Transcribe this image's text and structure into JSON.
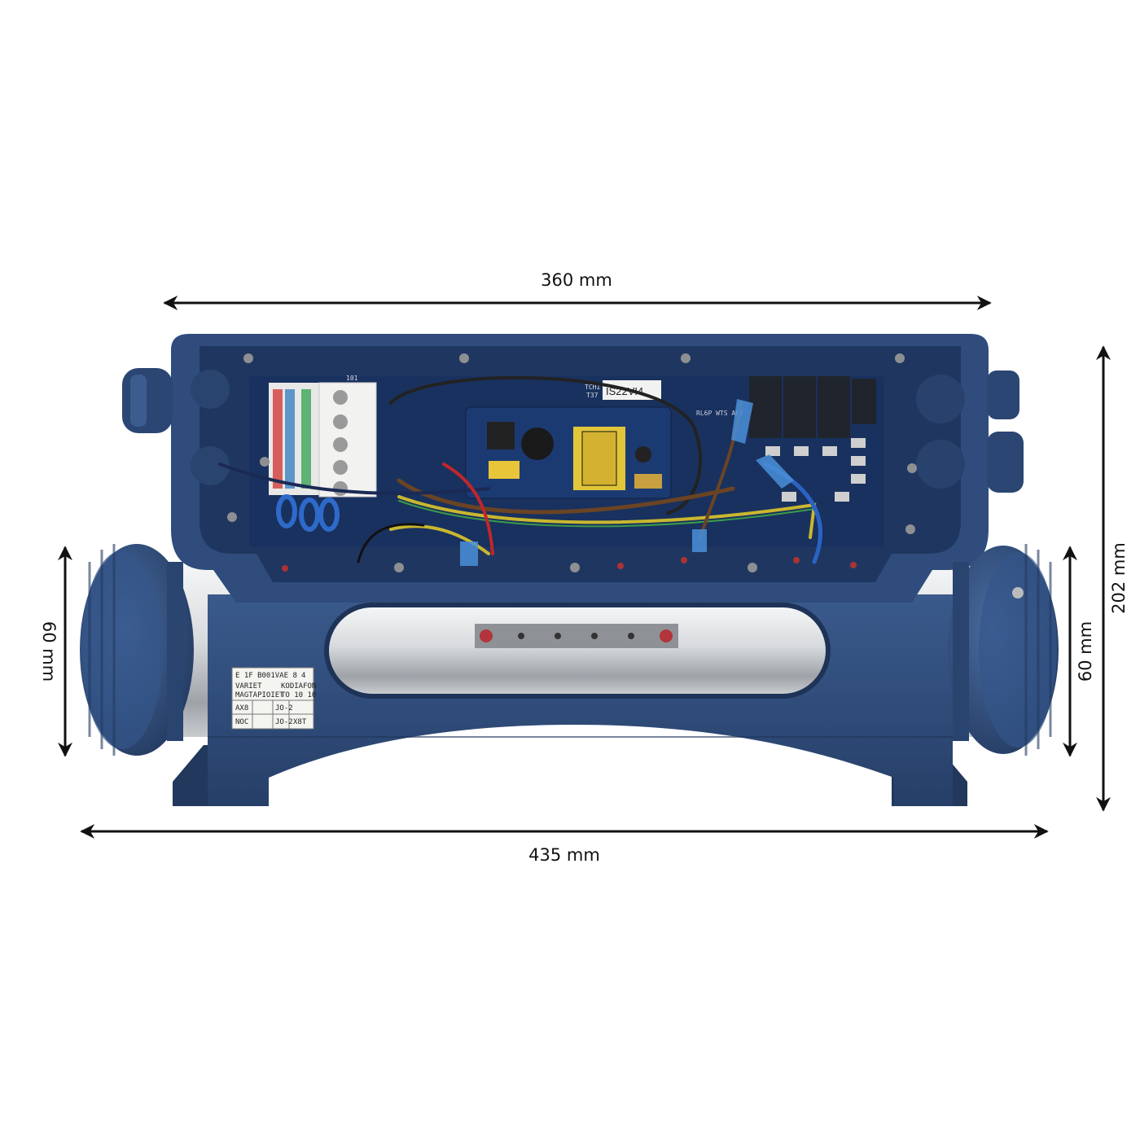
{
  "dimensions": {
    "top_width": "360 mm",
    "bottom_width": "435 mm",
    "left_diameter": "60 mm",
    "right_diameter": "60 mm",
    "total_height": "202 mm"
  },
  "product": {
    "board_label": "IS22VI4",
    "board_code": "TCHI",
    "board_code2": "T37",
    "relay_text": "RL6P WTS APY",
    "terminal_text": "101",
    "label_sticker": {
      "line1": "E 1F B001VAE 8",
      "line1_right": "4",
      "line2_left": "VARIET",
      "line2_right": "KODIAFON",
      "line3_left": "MAGTAPIOIET",
      "line3_right": "TO 10 10",
      "cell_a": "AX8",
      "cell_b": "JO-2",
      "cell_c": "NOC",
      "cell_d": "JO-2",
      "cell_e": "X8T"
    }
  },
  "colors": {
    "housing_blue": "#2e4a78",
    "housing_dark": "#1e3357",
    "steel": "#c9ccd0",
    "arrow": "#111111"
  }
}
